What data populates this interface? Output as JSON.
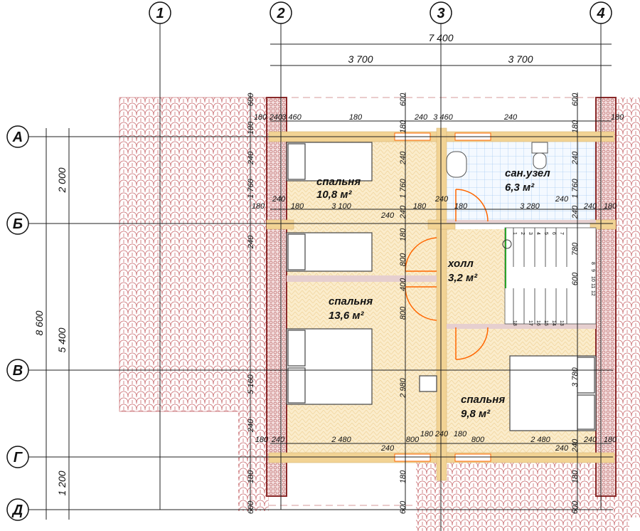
{
  "axes": {
    "vertical": [
      "1",
      "2",
      "3",
      "4"
    ],
    "horizontal": [
      "А",
      "Б",
      "В",
      "Г",
      "Д"
    ]
  },
  "overall_dims": {
    "total_width": "7 400",
    "half_left": "3 700",
    "half_right": "3 700",
    "total_depth": "8 600",
    "span_ab": "2 000",
    "span_bv_g": "5 400",
    "span_gd": "1 200"
  },
  "rooms": [
    {
      "name": "спальня",
      "area": "10,8 м²"
    },
    {
      "name": "сан.узел",
      "area": "6,3 м²"
    },
    {
      "name": "холл",
      "area": "3,2 м²"
    },
    {
      "name": "спальня",
      "area": "13,6 м²"
    },
    {
      "name": "спальня",
      "area": "9,8 м²"
    }
  ],
  "small_dims": [
    "180",
    "240",
    "3 460",
    "180",
    "240",
    "3 460",
    "240",
    "180",
    "180",
    "240",
    "180",
    "3 100",
    "240",
    "180",
    "240",
    "180",
    "3 280",
    "240",
    "240",
    "180",
    "180",
    "240",
    "2 480",
    "240",
    "800",
    "180",
    "240",
    "180",
    "800",
    "2 480",
    "240",
    "240",
    "180",
    "600",
    "180",
    "240",
    "1 760",
    "240",
    "5 160",
    "240",
    "180",
    "600",
    "600",
    "180",
    "240",
    "1 760",
    "240",
    "180",
    "800",
    "400",
    "800",
    "2 980",
    "180",
    "600",
    "600",
    "180",
    "240",
    "1 760",
    "240",
    "780",
    "600",
    "3 780",
    "240",
    "180",
    "600"
  ],
  "stair_steps": [
    "1",
    "2",
    "3",
    "4",
    "5",
    "6",
    "7",
    "8",
    "9",
    "10",
    "11",
    "12",
    "13",
    "14",
    "15",
    "16",
    "17",
    "18"
  ],
  "colors": {
    "wall": "#f2d394",
    "floor": "#fbeccb",
    "tile": "#c0555a",
    "brick": "#8a2a2a",
    "door": "#ff6600",
    "bath": "#e8f2ff"
  }
}
